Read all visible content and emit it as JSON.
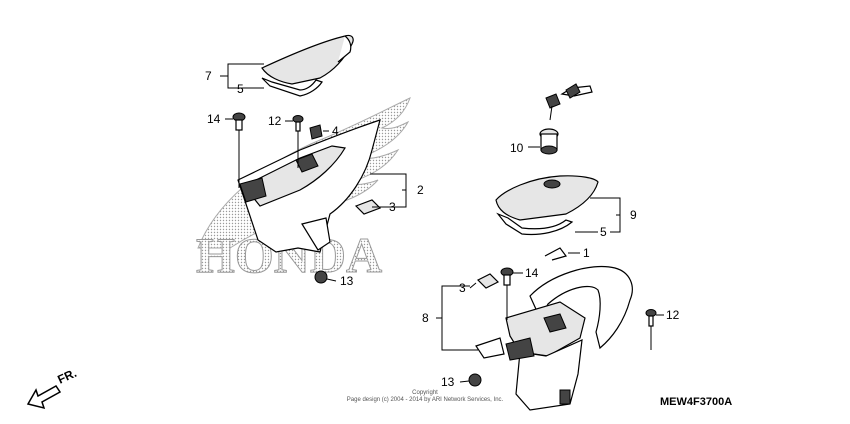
{
  "watermark": "HONDA",
  "diagram_code": "MEW4F3700A",
  "copyright_line1": "Copyright",
  "copyright_line2": "Page design (c) 2004 - 2014 by ARI Network Services, Inc.",
  "direction_label": "FR.",
  "callouts": {
    "c7": "7",
    "c5a": "5",
    "c14a": "14",
    "c12a": "12",
    "c4": "4",
    "c2": "2",
    "c3a": "3",
    "c13a": "13",
    "c10": "10",
    "c9": "9",
    "c5b": "5",
    "c1": "1",
    "c3b": "3",
    "c14b": "14",
    "c8": "8",
    "c12b": "12",
    "c13b": "13"
  }
}
